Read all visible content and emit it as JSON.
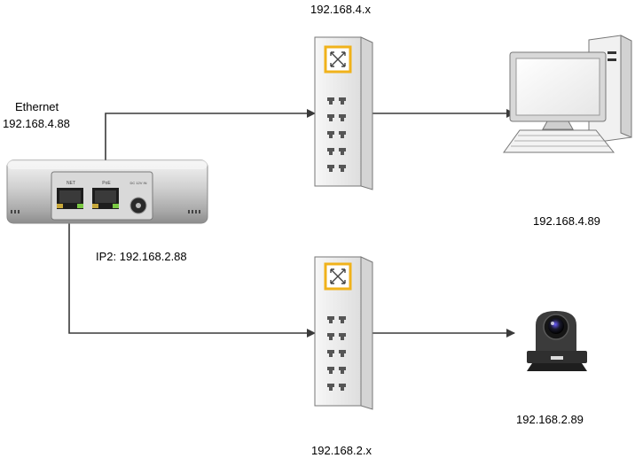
{
  "labels": {
    "ethernet_title": "Ethernet",
    "ethernet_ip": "192.168.4.88",
    "ip2": "IP2: 192.168.2.88",
    "subnet_top": "192.168.4.x",
    "subnet_bottom": "192.168.2.x",
    "pc_ip": "192.168.4.89",
    "camera_ip": "192.168.2.89"
  },
  "device": {
    "port_net": "NET",
    "port_poe": "PoE",
    "port_dc": "DC 12V IN"
  },
  "nodes": [
    {
      "id": "encoder",
      "icon": "encoder-device-icon"
    },
    {
      "id": "switch-top",
      "icon": "network-switch-icon"
    },
    {
      "id": "switch-bottom",
      "icon": "network-switch-icon"
    },
    {
      "id": "pc",
      "icon": "desktop-computer-icon"
    },
    {
      "id": "camera",
      "icon": "ptz-camera-icon"
    }
  ],
  "links": [
    {
      "from": "encoder",
      "to": "switch-top"
    },
    {
      "from": "switch-top",
      "to": "pc"
    },
    {
      "from": "encoder",
      "to": "switch-bottom"
    },
    {
      "from": "switch-bottom",
      "to": "camera"
    }
  ],
  "colors": {
    "accent": "#f0b21b",
    "line": "#3a3a3a"
  }
}
